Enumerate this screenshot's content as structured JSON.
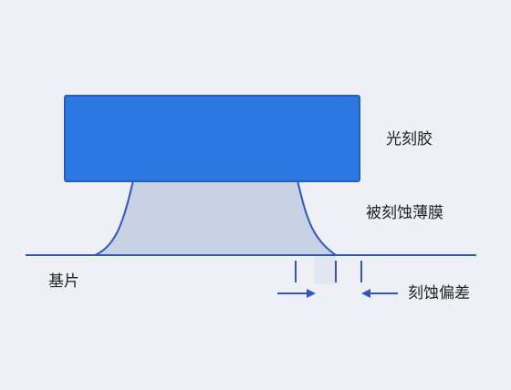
{
  "labels": {
    "photoresist": "光刻胶",
    "etched_film": "被刻蚀薄膜",
    "substrate": "基片",
    "etch_bias": "刻蚀偏差"
  },
  "colors": {
    "photoresist_fill": "#2d77e0",
    "photoresist_stroke": "#1f5fc2",
    "film_fill": "#c9d1e4",
    "film_stroke": "#2f56c5",
    "substrate_line": "#2f56c5",
    "marker": "#2f56c5"
  }
}
